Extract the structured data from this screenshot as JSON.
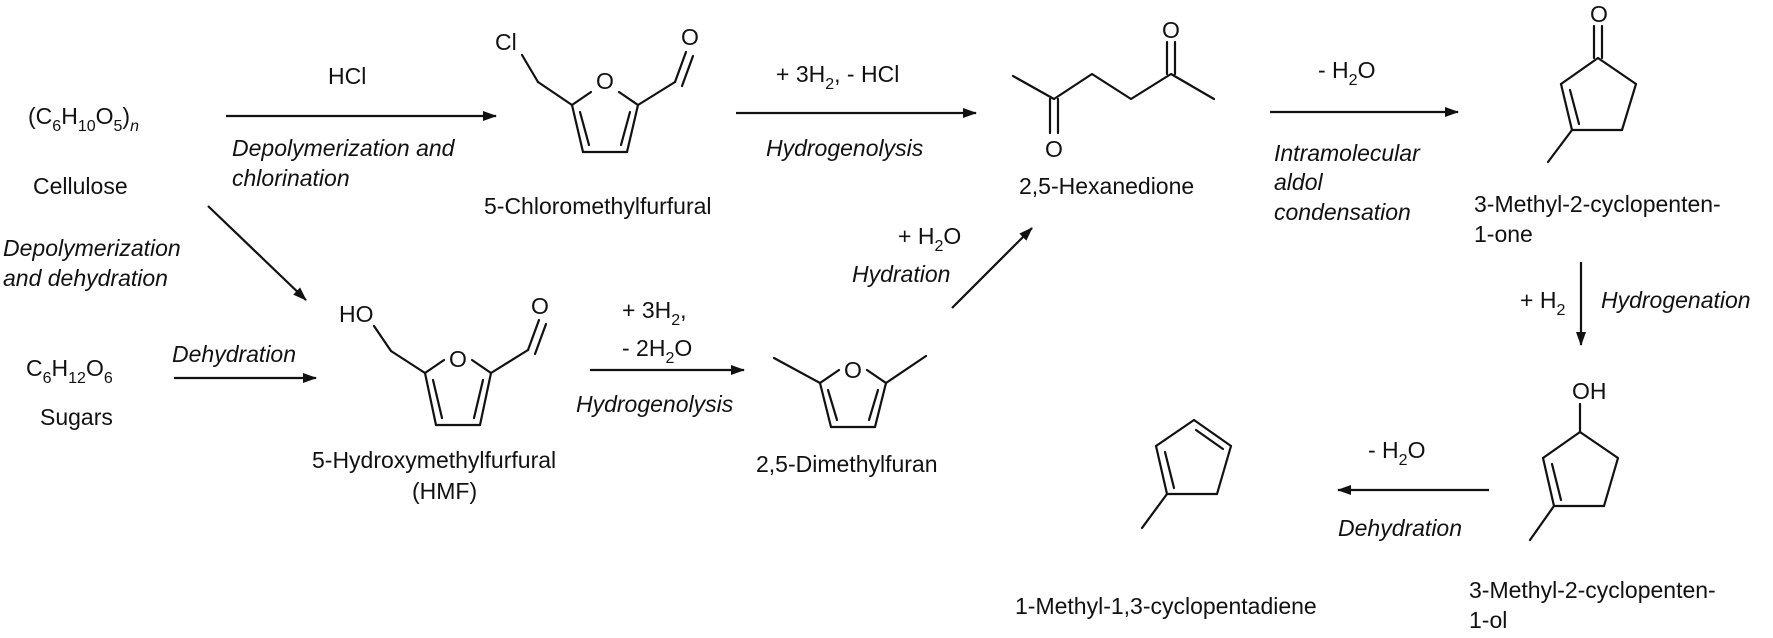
{
  "colors": {
    "ink": "#111111",
    "background": "#ffffff"
  },
  "diagram": {
    "cellulose": {
      "formula_main": "(C",
      "formula_sub1": "6",
      "formula_mid1": "H",
      "formula_sub2": "10",
      "formula_mid2": "O",
      "formula_sub3": "5",
      "formula_close": ")",
      "formula_n": "n",
      "name": "Cellulose"
    },
    "sugars": {
      "formula_main": "C",
      "formula_sub1": "6",
      "formula_mid1": "H",
      "formula_sub2": "12",
      "formula_mid2": "O",
      "formula_sub3": "6",
      "name": "Sugars"
    },
    "step_hcl": {
      "reagent": "HCl",
      "label_line1": "Depolymerization and",
      "label_line2": "chlorination"
    },
    "step_depoly_dehyd": {
      "label_line1": "Depolymerization",
      "label_line2": "and dehydration"
    },
    "step_dehydration_sugar": {
      "label": "Dehydration"
    },
    "cmf": {
      "name": "5-Chloromethylfurfural",
      "atom_cl": "Cl",
      "atom_o_ring": "O",
      "atom_o_ald": "O"
    },
    "hmf": {
      "name_line1": "5-Hydroxymethylfurfural",
      "name_line2": "(HMF)",
      "atom_ho": "HO",
      "atom_o_ring": "O",
      "atom_o_ald": "O"
    },
    "step_cmf_hydrogenolysis": {
      "reagent_a": "+ 3H",
      "reagent_sub": "2",
      "reagent_b": ", - HCl",
      "label": "Hydrogenolysis"
    },
    "step_hmf_hydrogenolysis": {
      "reagent_line1_a": "+ 3H",
      "reagent_line1_sub": "2",
      "reagent_line1_b": ",",
      "reagent_line2_a": "- 2H",
      "reagent_line2_sub": "2",
      "reagent_line2_b": "O",
      "label": "Hydrogenolysis"
    },
    "dmf": {
      "name": "2,5-Dimethylfuran",
      "atom_o_ring": "O"
    },
    "step_hydration": {
      "reagent_a": "+ H",
      "reagent_sub": "2",
      "reagent_b": "O",
      "label": "Hydration"
    },
    "hexanedione": {
      "name": "2,5-Hexanedione",
      "atom_o1": "O",
      "atom_o2": "O"
    },
    "step_aldol": {
      "reagent_a": "- H",
      "reagent_sub": "2",
      "reagent_b": "O",
      "label_line1": "Intramolecular",
      "label_line2": "aldol",
      "label_line3": "condensation"
    },
    "mcp_one": {
      "name_line1": "3-Methyl-2-cyclopenten-",
      "name_line2": "1-one",
      "atom_o": "O"
    },
    "step_hydrogenation": {
      "reagent_a": "+ H",
      "reagent_sub": "2",
      "label": "Hydrogenation"
    },
    "mcp_ol": {
      "name_line1": "3-Methyl-2-cyclopenten-",
      "name_line2": "1-ol",
      "atom_oh": "OH"
    },
    "step_dehydration_final": {
      "reagent_a": "- H",
      "reagent_sub": "2",
      "reagent_b": "O",
      "label": "Dehydration"
    },
    "mcpd": {
      "name": "1-Methyl-1,3-cyclopentadiene"
    }
  }
}
